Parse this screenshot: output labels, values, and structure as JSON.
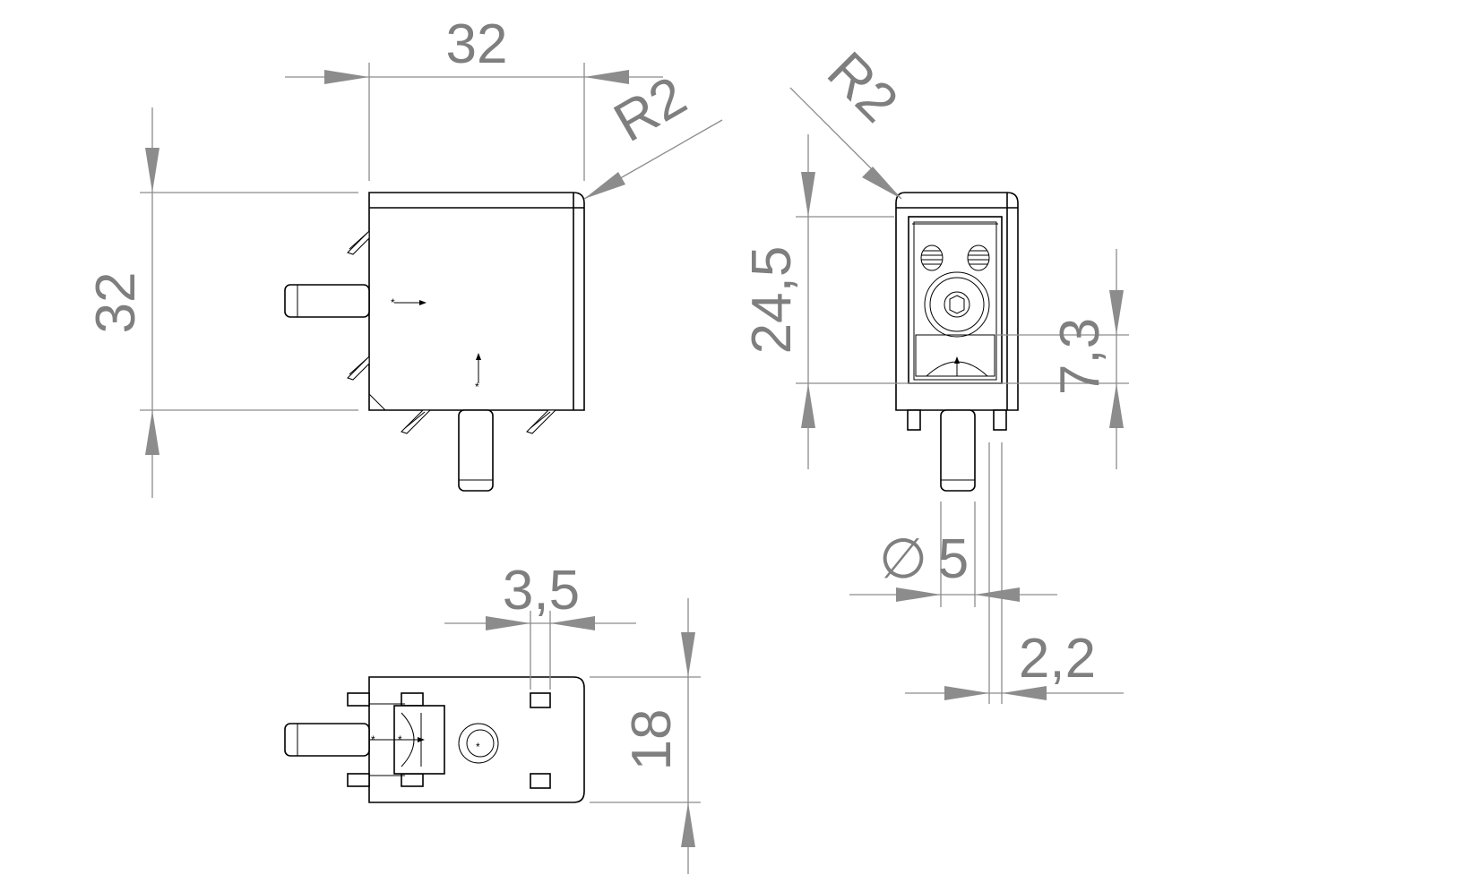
{
  "dimensions": {
    "front_width": "32",
    "front_radius": "R2",
    "front_height": "32",
    "side_radius": "R2",
    "side_height": "24,5",
    "side_offset": "7,3",
    "shaft_diameter_symbol": "∅",
    "shaft_diameter": "5",
    "pin_width": "2,2",
    "top_offset": "3,5",
    "top_height": "18"
  },
  "colors": {
    "dimension": "#7f7f7f",
    "outline": "#000000",
    "background": "#ffffff"
  }
}
